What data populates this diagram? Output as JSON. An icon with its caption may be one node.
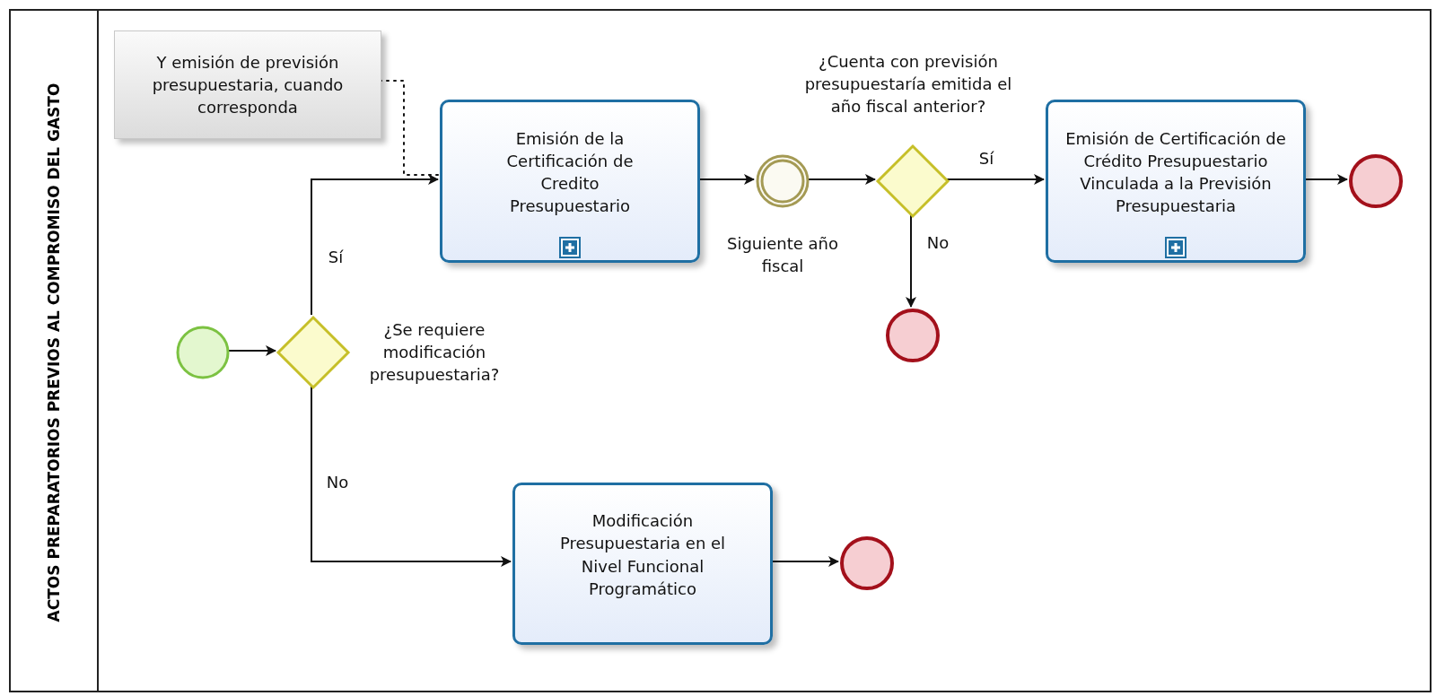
{
  "diagram": {
    "nodes": [
      {
        "text": [
          "ACTOS PREPARATORIOS PREVIOS AL COMPROMISO DEL GASTO"
        ]
      },
      {
        "text": [
          "Y emisión de previsión presupuestaria, cuando corresponda"
        ],
        "in": 0
      },
      {
        "text": [],
        "shape": "circle",
        "in": 0
      },
      {
        "text": [],
        "shape": "diamond",
        "in": 0,
        "beside": [
          "¿Se requiere modificación presupuestaria?"
        ]
      },
      {
        "text": [
          "Emisión de la Certificación de Credito Presupuestario"
        ],
        "in": 0
      },
      {
        "text": [],
        "shape": "circle",
        "in": 0
      },
      {
        "text": [],
        "shape": "diamond",
        "in": 0,
        "beside": [
          "¿Cuenta con previsión presupuestaría emitida el año fiscal anterior?"
        ]
      },
      {
        "text": [
          "Emisión de Certificación de Crédito Presupuestario Vinculada a la Previsión Presupuestaria"
        ],
        "in": 0
      },
      {
        "text": [],
        "shape": "circle",
        "in": 0
      },
      {
        "text": [],
        "shape": "circle",
        "in": 0
      },
      {
        "text": [
          "Modificación Presupuestaria en el Nivel Funcional Programático"
        ],
        "in": 0
      },
      {
        "text": [],
        "shape": "circle",
        "in": 0
      }
    ],
    "edges": [
      {
        "from": 1,
        "to": 4,
        "arrow": "none",
        "style": "dashed"
      },
      {
        "from": 2,
        "to": 3,
        "arrow": "to"
      },
      {
        "from": 3,
        "to": 4,
        "arrow": "to",
        "label": "Sí"
      },
      {
        "from": 3,
        "to": 10,
        "arrow": "to",
        "label": "No"
      },
      {
        "from": 4,
        "to": 5,
        "arrow": "to"
      },
      {
        "from": 5,
        "to": 6,
        "arrow": "to"
      },
      {
        "from": 6,
        "to": 7,
        "arrow": "to",
        "label": "Sí"
      },
      {
        "from": 6,
        "to": 9,
        "arrow": "to",
        "label": "No"
      },
      {
        "from": 7,
        "to": 8,
        "arrow": "to"
      },
      {
        "from": 10,
        "to": 11,
        "arrow": "to"
      }
    ],
    "labels": [
      "Siguiente año fiscal"
    ]
  }
}
